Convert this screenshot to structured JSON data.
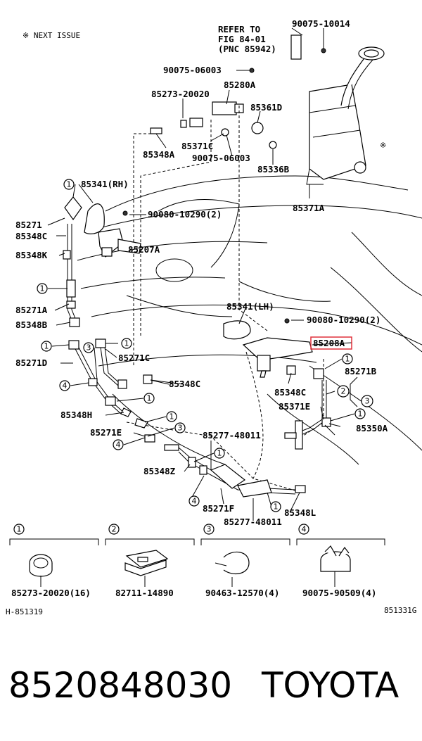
{
  "header": {
    "note": "※  NEXT ISSUE"
  },
  "refer_note": [
    "REFER TO",
    "FIG 84-01",
    "(PNC 85942)"
  ],
  "highlight_color": "#e0303a",
  "highlighted_part": "85208A",
  "callouts": [
    "90075-10014",
    "90075-06003",
    "85273-20020",
    "85280A",
    "85361D",
    "85348A",
    "85371C",
    "90075-06003",
    "85336B",
    "85371A",
    "85341(RH)",
    "90080-10290(2)",
    "85271",
    "85348C",
    "85207A",
    "85348K",
    "85271A",
    "85348B",
    "85341(LH)",
    "90080-10290(2)",
    "85208A",
    "85271D",
    "85271C",
    "85271B",
    "85348C",
    "85348C",
    "85371E",
    "85348H",
    "85350A",
    "85271E",
    "85277-48011",
    "85348Z",
    "85271F",
    "85277-48011",
    "85348L"
  ],
  "markers": [
    "1",
    "2",
    "3",
    "4"
  ],
  "reservoir_mark": "※",
  "legend": [
    {
      "marker": "1",
      "part": "85273-20020(16)"
    },
    {
      "marker": "2",
      "part": "82711-14890"
    },
    {
      "marker": "3",
      "part": "90463-12570(4)"
    },
    {
      "marker": "4",
      "part": "90075-90509(4)"
    }
  ],
  "footer": {
    "left_code": "H-851319",
    "right_code": "851331G"
  },
  "bottom": {
    "part_number": "8520848030",
    "brand": "TOYOTA"
  }
}
